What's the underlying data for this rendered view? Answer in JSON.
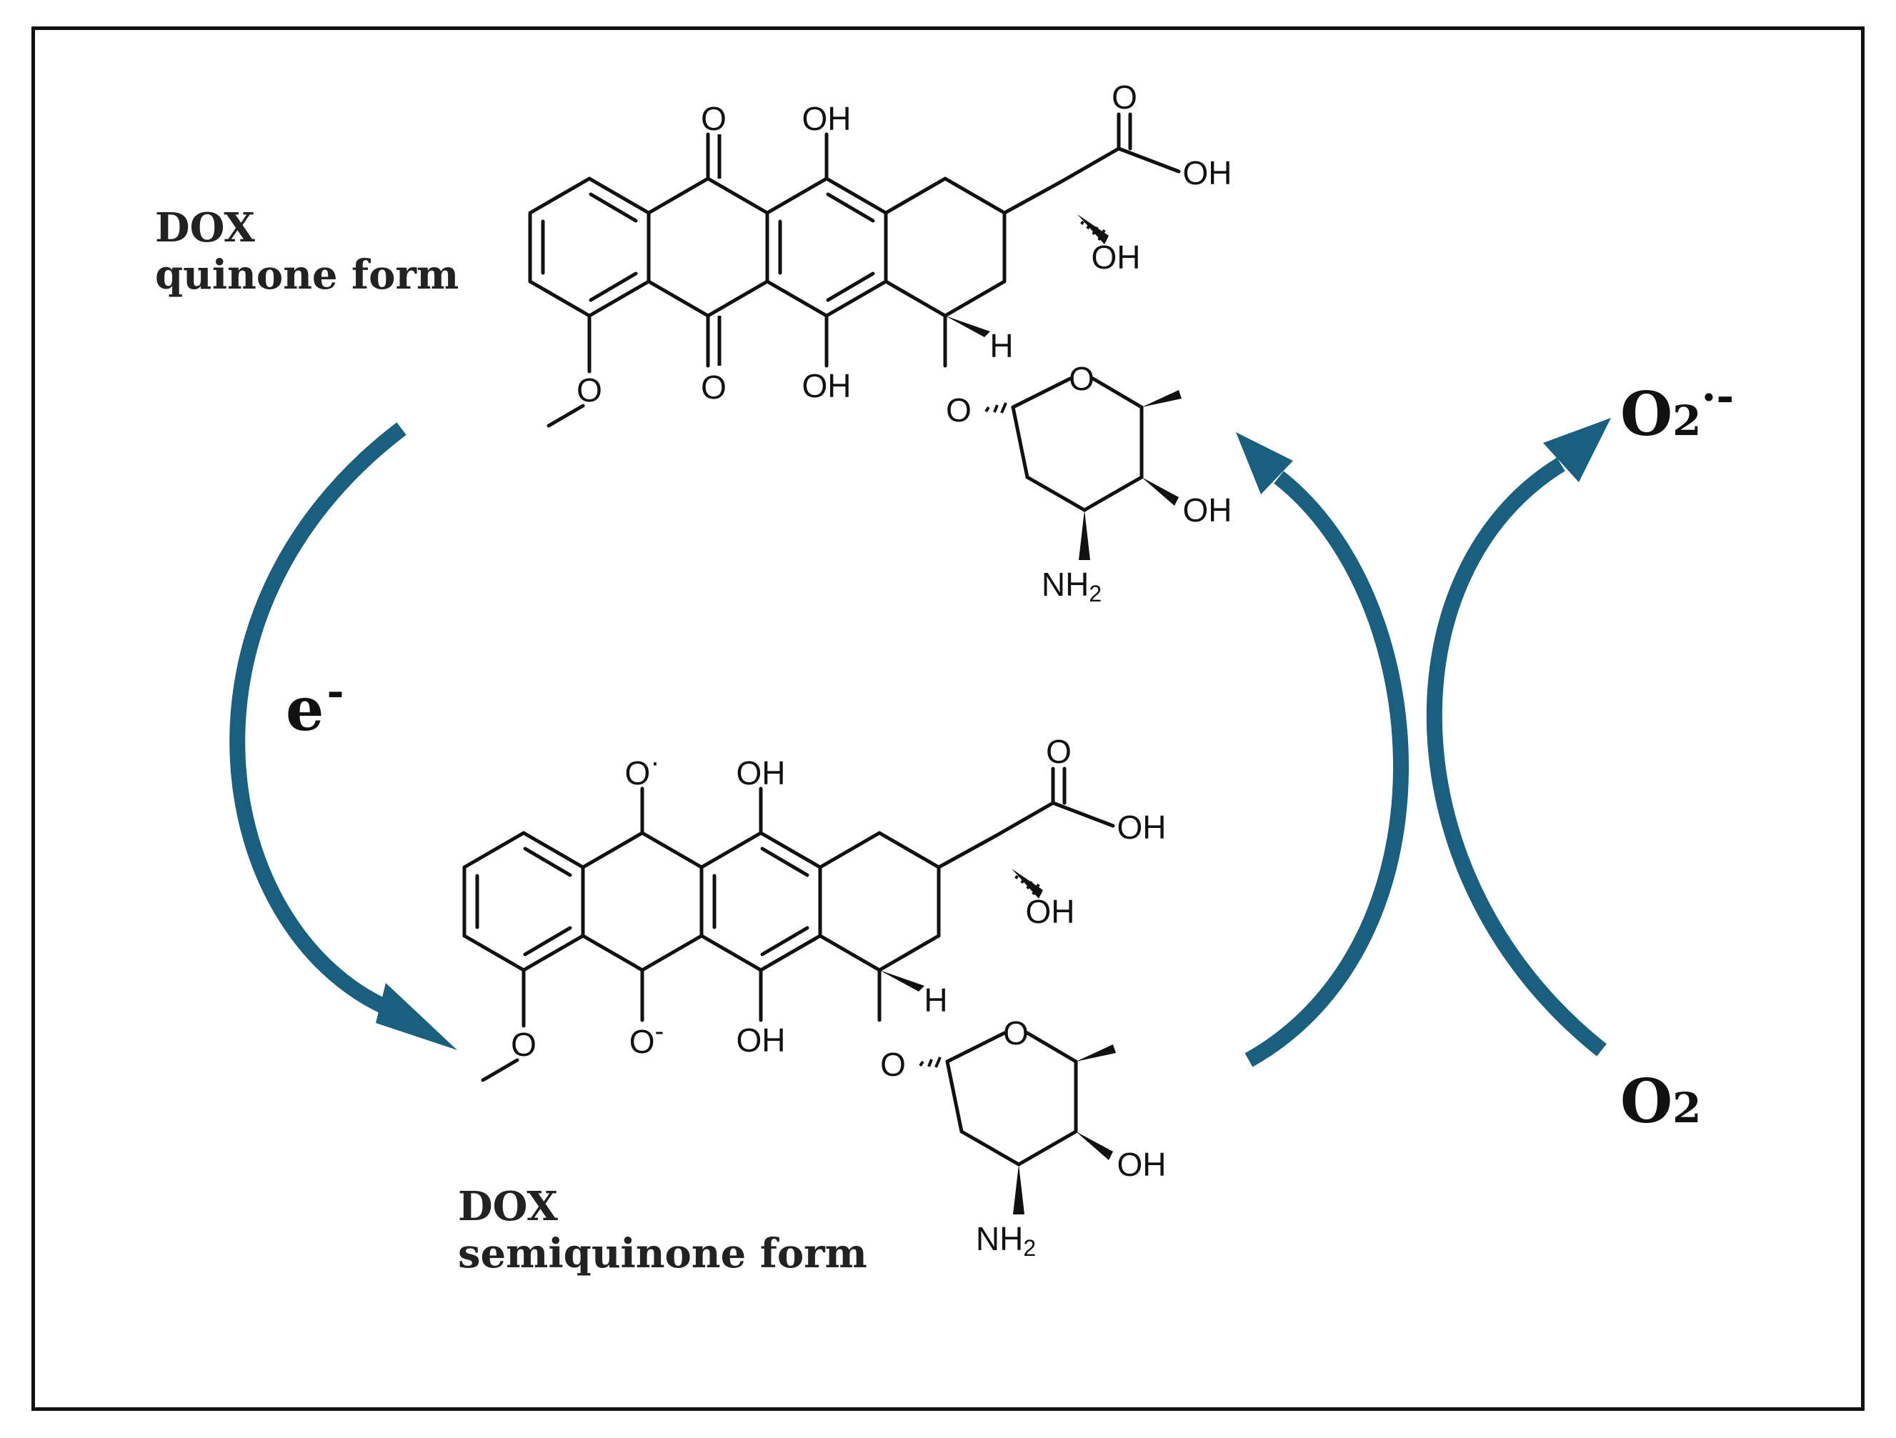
{
  "quinone_label": {
    "line1": "DOX",
    "line2": "quinone form"
  },
  "semiquinone_label": {
    "line1": "DOX",
    "line2": "semiquinone form"
  },
  "electron": {
    "symbol": "e",
    "charge": "-"
  },
  "superoxide": {
    "symbol": "O",
    "subscript": "2",
    "dot": "·",
    "charge": "-"
  },
  "oxygen": {
    "symbol": "O",
    "subscript": "2"
  },
  "atoms": {
    "o": "O",
    "oh": "OH",
    "h": "H",
    "nh": "NH",
    "nh_sub": "2",
    "o_radical": "O",
    "radical_dot": "·",
    "o_anion": "O",
    "anion_charge": "-"
  },
  "colors": {
    "arrow": "#1a5f7e",
    "bond": "#111111",
    "frame": "#111111"
  }
}
